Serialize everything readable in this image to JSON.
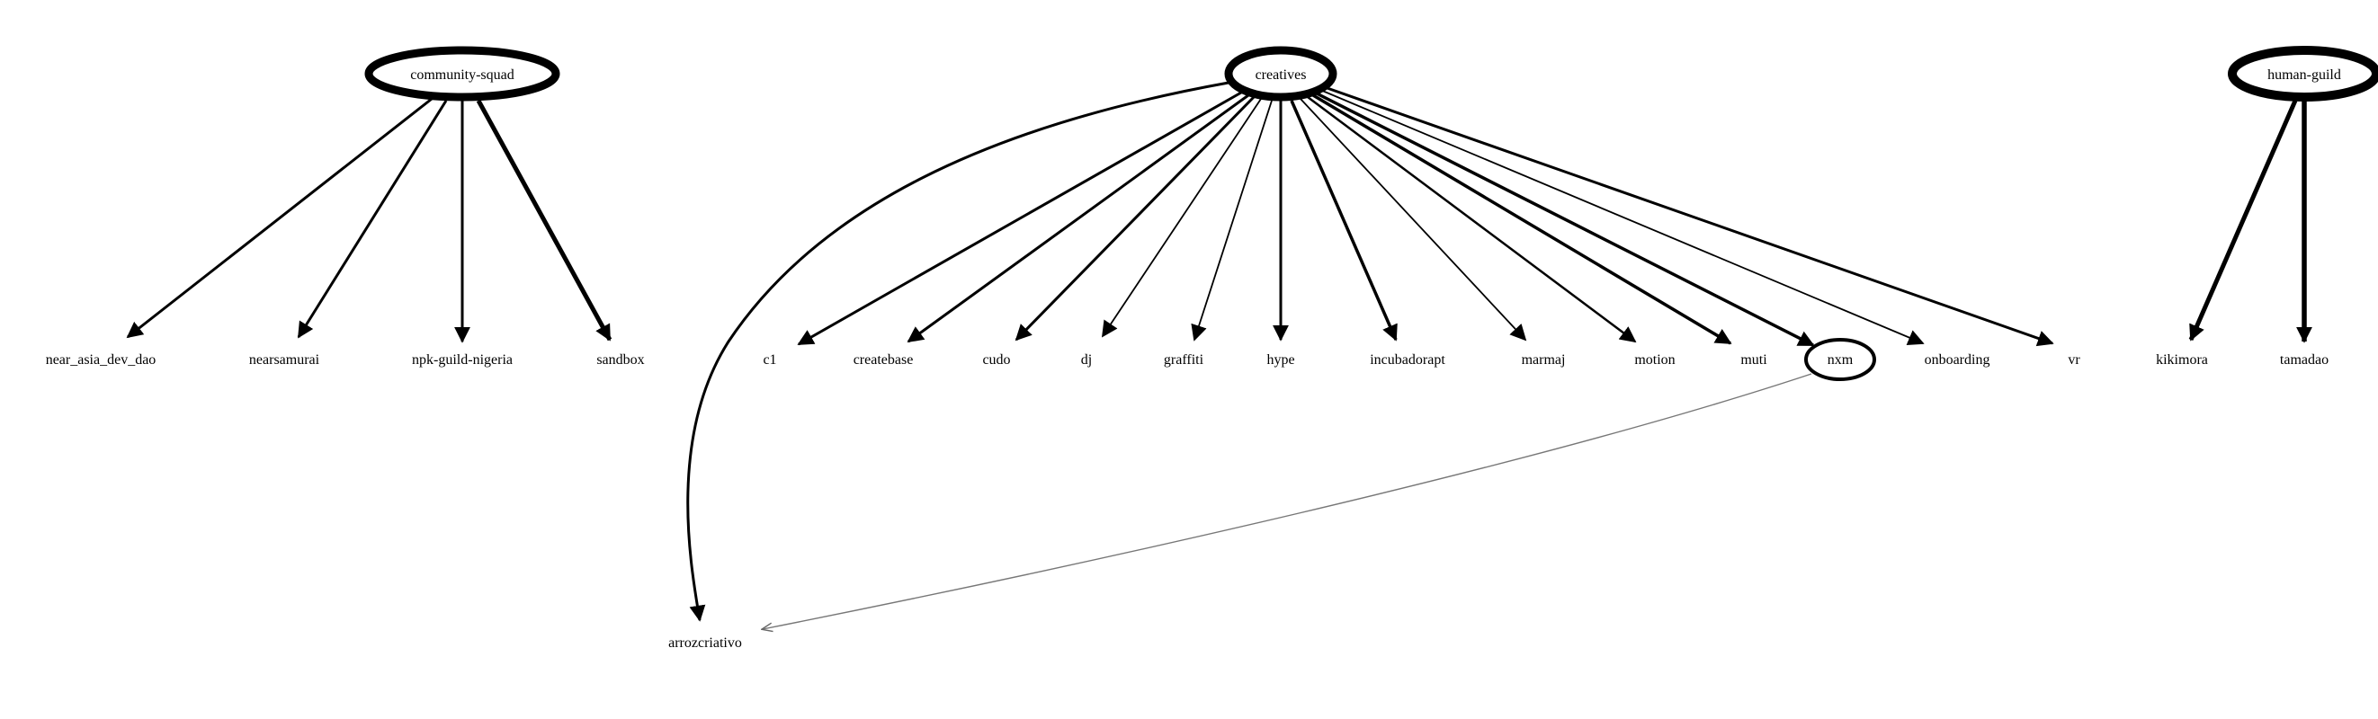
{
  "graph": {
    "nodes": [
      {
        "id": "community-squad",
        "label": "community-squad"
      },
      {
        "id": "creatives",
        "label": "creatives"
      },
      {
        "id": "human-guild",
        "label": "human-guild"
      },
      {
        "id": "near_asia_dev_dao",
        "label": "near_asia_dev_dao"
      },
      {
        "id": "nearsamurai",
        "label": "nearsamurai"
      },
      {
        "id": "npk-guild-nigeria",
        "label": "npk-guild-nigeria"
      },
      {
        "id": "sandbox",
        "label": "sandbox"
      },
      {
        "id": "c1",
        "label": "c1"
      },
      {
        "id": "createbase",
        "label": "createbase"
      },
      {
        "id": "cudo",
        "label": "cudo"
      },
      {
        "id": "dj",
        "label": "dj"
      },
      {
        "id": "graffiti",
        "label": "graffiti"
      },
      {
        "id": "hype",
        "label": "hype"
      },
      {
        "id": "incubadorapt",
        "label": "incubadorapt"
      },
      {
        "id": "marmaj",
        "label": "marmaj"
      },
      {
        "id": "motion",
        "label": "motion"
      },
      {
        "id": "muti",
        "label": "muti"
      },
      {
        "id": "nxm",
        "label": "nxm"
      },
      {
        "id": "onboarding",
        "label": "onboarding"
      },
      {
        "id": "vr",
        "label": "vr"
      },
      {
        "id": "kikimora",
        "label": "kikimora"
      },
      {
        "id": "tamadao",
        "label": "tamadao"
      },
      {
        "id": "arrozcriativo",
        "label": "arrozcriativo"
      }
    ],
    "edges": [
      {
        "from": "community-squad",
        "to": "near_asia_dev_dao"
      },
      {
        "from": "community-squad",
        "to": "nearsamurai"
      },
      {
        "from": "community-squad",
        "to": "npk-guild-nigeria"
      },
      {
        "from": "community-squad",
        "to": "sandbox"
      },
      {
        "from": "creatives",
        "to": "arrozcriativo"
      },
      {
        "from": "creatives",
        "to": "c1"
      },
      {
        "from": "creatives",
        "to": "createbase"
      },
      {
        "from": "creatives",
        "to": "cudo"
      },
      {
        "from": "creatives",
        "to": "dj"
      },
      {
        "from": "creatives",
        "to": "graffiti"
      },
      {
        "from": "creatives",
        "to": "hype"
      },
      {
        "from": "creatives",
        "to": "incubadorapt"
      },
      {
        "from": "creatives",
        "to": "marmaj"
      },
      {
        "from": "creatives",
        "to": "motion"
      },
      {
        "from": "creatives",
        "to": "muti"
      },
      {
        "from": "creatives",
        "to": "nxm"
      },
      {
        "from": "creatives",
        "to": "onboarding"
      },
      {
        "from": "creatives",
        "to": "vr"
      },
      {
        "from": "human-guild",
        "to": "kikimora"
      },
      {
        "from": "human-guild",
        "to": "tamadao"
      },
      {
        "from": "nxm",
        "to": "arrozcriativo"
      }
    ]
  }
}
